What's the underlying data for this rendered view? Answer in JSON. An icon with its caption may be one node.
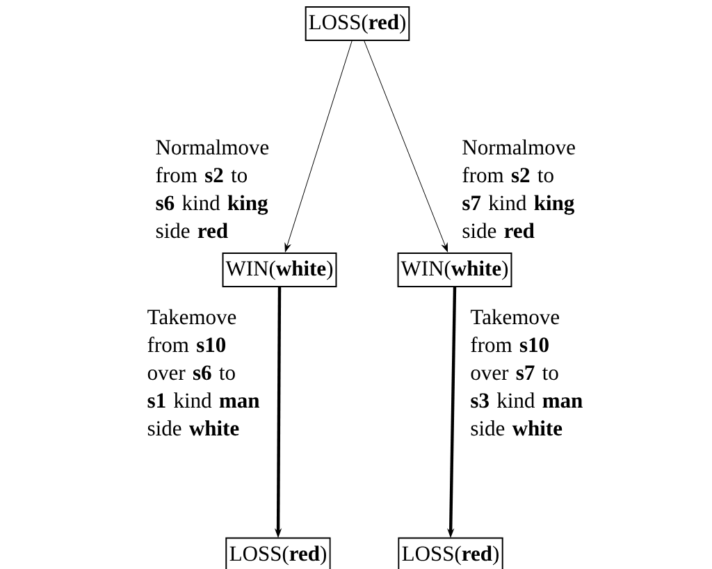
{
  "diagram": {
    "nodes": [
      {
        "text": [
          "LOSS(**red**)"
        ]
      },
      {
        "text": [
          "WIN(**white**)"
        ]
      },
      {
        "text": [
          "WIN(**white**)"
        ]
      },
      {
        "text": [
          "LOSS(**red**)"
        ]
      },
      {
        "text": [
          "LOSS(**red**)"
        ]
      }
    ],
    "edges": [
      {
        "from": 0,
        "to": 1,
        "arrow": "to",
        "label": "Normalmove from **s2** to **s6** kind **king** side **red**"
      },
      {
        "from": 0,
        "to": 2,
        "arrow": "to",
        "label": "Normalmove from **s2** to **s7** kind **king** side **red**"
      },
      {
        "from": 1,
        "to": 3,
        "arrow": "to",
        "style": "thick",
        "label": "Takemove from **s10** over **s6** to **s1** kind **man** side **white**"
      },
      {
        "from": 2,
        "to": 4,
        "arrow": "to",
        "style": "thick",
        "label": "Takemove from **s10** over **s7** to **s3** kind **man** side **white**"
      }
    ]
  }
}
